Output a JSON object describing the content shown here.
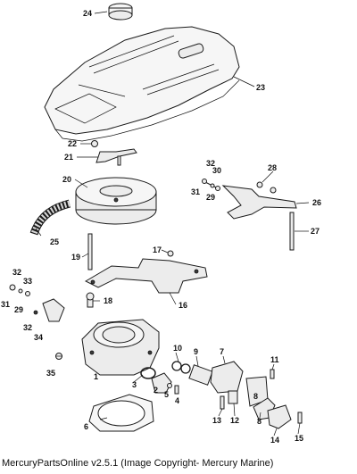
{
  "callouts": [
    {
      "n": "24"
    },
    {
      "n": "23"
    },
    {
      "n": "22"
    },
    {
      "n": "21"
    },
    {
      "n": "32"
    },
    {
      "n": "30"
    },
    {
      "n": "28"
    },
    {
      "n": "31"
    },
    {
      "n": "29"
    },
    {
      "n": "26"
    },
    {
      "n": "20"
    },
    {
      "n": "27"
    },
    {
      "n": "25"
    },
    {
      "n": "17"
    },
    {
      "n": "19"
    },
    {
      "n": "32"
    },
    {
      "n": "33"
    },
    {
      "n": "18"
    },
    {
      "n": "16"
    },
    {
      "n": "31"
    },
    {
      "n": "29"
    },
    {
      "n": "32"
    },
    {
      "n": "34"
    },
    {
      "n": "10"
    },
    {
      "n": "9"
    },
    {
      "n": "7"
    },
    {
      "n": "35"
    },
    {
      "n": "1"
    },
    {
      "n": "8"
    },
    {
      "n": "11"
    },
    {
      "n": "3"
    },
    {
      "n": "2"
    },
    {
      "n": "5"
    },
    {
      "n": "4"
    },
    {
      "n": "13"
    },
    {
      "n": "12"
    },
    {
      "n": "8"
    },
    {
      "n": "6"
    },
    {
      "n": "14"
    },
    {
      "n": "15"
    }
  ],
  "footer": {
    "text": "MercuryPartsOnline v2.5.1 (Image Copyright- Mercury Marine)"
  }
}
